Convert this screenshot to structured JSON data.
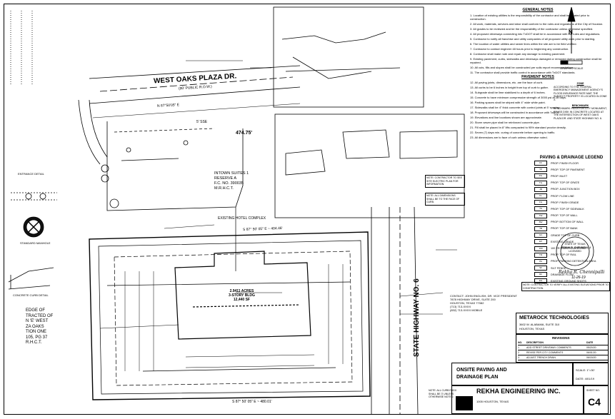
{
  "street": {
    "name": "WEST OAKS PLAZA DR.",
    "row": "(90' PUBLIC R.O.W.)"
  },
  "highway": {
    "name": "STATE HIGHWAY NO. 6"
  },
  "subdivision": {
    "line1": "INTOWN SUITES 1",
    "line2": "RESERVE A",
    "line3": "F.C. NO. 390035",
    "line4": "M.R.H.C.T."
  },
  "existing": {
    "hotel": "EXISTING HOTEL COMPLEX"
  },
  "site": {
    "acres_1": "2.9411 ACRES",
    "acres_2": "3-STORY BLDG",
    "acres_3": "12,440 SF"
  },
  "dimensions": {
    "d1": "474.75'",
    "d2": "S 87° 50' 05\" E ~ 404.46'",
    "d3": "S 87° 50' 05\" E ~ 480.01'",
    "d4": "N 87°50'05\" E",
    "d5": "5' SSE"
  },
  "left_note": {
    "l1": "EDGE OF",
    "l2": "TRACTED OF",
    "l3": "N 'E' WEST",
    "l4": "ZA OAKS",
    "l5": "TION ONE",
    "l6": "105, PG 37",
    "l7": "R.H.C.T."
  },
  "detail_labels": {
    "trench": "ENTRANCE DETAIL",
    "manhole": "STANDARD MANHOLE",
    "curb": "CONCRETE CURB DETAIL"
  },
  "notes_box": {
    "n1": "NOTE: CONTRACTOR TO SEE SITE ELECTRIC PLAN FOR INFORMATION.",
    "n2": "NOTE: ALL DIMENSIONS SHALL BE TO THE FACE OF CURB."
  },
  "general_notes": {
    "heading": "GENERAL NOTES",
    "items": [
      "1. Location of existing utilities is the responsibility of the contractor and shall be located prior to construction.",
      "2. All work, materials, services and labor shall conform to the rules and regulations of the City of Houston.",
      "3. All grades to be reviewed and be the responsibility of the contractor unless otherwise specified.",
      "4. All proposed driveways connecting into TxDOT shall be in accordance with the rules and regulations.",
      "5. Contractor to notify all franchise and utility companies of all proposed utility work prior to starting.",
      "6. The location of water utilities and sewer lines within the site are to be field verified.",
      "7. Contractor to contact engineer 48 hours prior to beginning any construction.",
      "8. Contractor shall make note and repair any damage to existing pavement.",
      "9. Existing pavement, curbs, sidewalks and driveways damaged or removed during construction shall be repaired.",
      "10. All cuts, fills and slopes shall be constructed per soils report recommendations.",
      "11. The contractor shall provide traffic control in accordance with TxDOT standards."
    ],
    "paving_heading": "PAVEMENT NOTES",
    "paving_items": [
      "12. All paving joints, dimensions, etc. are the face of curb.",
      "13. All curbs to be 6 inches in height from top of curb to gutter.",
      "14. Subgrade shall be lime stabilized to a depth of 6 inches.",
      "15. Concrete to have minimum compressive strength of 3000 psi at 28 days.",
      "16. Parking spaces shall be striped with 4\" wide white paint.",
      "17. Sidewalks shall be 4\" thick concrete with control joints at 5' spacing.",
      "18. Proposed driveways will be constructed in accordance with TxDOT.",
      "19. Elevations and line locations shown are approximate.",
      "20. Storm sewer pipe shall be reinforced concrete pipe.",
      "21. Fill shall be placed in 8\" lifts compacted to 95% standard proctor density.",
      "22. Seven (7) days min. curing of concrete before opening to traffic.",
      "23. All dimensions are to face of curb unless otherwise noted."
    ],
    "zone_heading": "ZONE",
    "zone_text": "ACCORDING TO THE FEDERAL EMERGENCY MANAGEMENT AGENCY'S FLOOD INSURANCE RATE MAP, THE SUBJECT PROPERTY IS LOCATED IN ZONE X.",
    "benchmark_heading": "BENCHMARK",
    "benchmark_text": "BENCHMARK: HOUSTON CITY MONUMENT, BRASS DISK IN CONCRETE LOCATED AT THE INTERSECTION OF WEST OAKS PLAZA DR. AND STATE HIGHWAY NO. 6."
  },
  "legend": {
    "title": "PAVING & DRAINAGE LEGEND",
    "rows": [
      {
        "sym": "FF",
        "label": "PROP. FINISH FLOOR"
      },
      {
        "sym": "TP",
        "label": "PROP. TOP OF PAVEMENT"
      },
      {
        "sym": "INL",
        "label": "PROP. INLET"
      },
      {
        "sym": "TG",
        "label": "PROP. TOP OF GRATE"
      },
      {
        "sym": "JB",
        "label": "PROP. JUNCTION BOX"
      },
      {
        "sym": "FL",
        "label": "PROP. FLOW LINE"
      },
      {
        "sym": "FG",
        "label": "PROP. FINISH GRADE"
      },
      {
        "sym": "TS",
        "label": "PROP. TOP OF SIDEWALK"
      },
      {
        "sym": "TW",
        "label": "PROP. TOP OF WALL"
      },
      {
        "sym": "BW",
        "label": "PROP. BOTTOM OF WALL"
      },
      {
        "sym": "TB",
        "label": "PROP. TOP OF BANK"
      },
      {
        "sym": "GC",
        "label": "GRADE TOP OF CURB"
      },
      {
        "sym": "EX",
        "label": "EXISTING GRADE"
      },
      {
        "sym": "100",
        "label": "100 YR EVENT OVERFLOW"
      },
      {
        "sym": "TR",
        "label": "PROP. TOP OF RAIL"
      },
      {
        "sym": "PA",
        "label": "PROP. PARKING DETENTION AREA"
      },
      {
        "sym": "SF",
        "label": "SILT FENCE"
      },
      {
        "sym": "DF",
        "label": "DRAINAGE FLOW"
      },
      {
        "sym": "EG",
        "label": "EXISTING GROUND SHOTS"
      }
    ]
  },
  "seal": {
    "line1": "STATE OF TEXAS",
    "line2": "REKHA R. CHENNIPALLI",
    "line3": "LICENSED",
    "sig": "Rekha R. Chennipalli",
    "date": "11-26-19"
  },
  "title_block": {
    "company": "METAROCK TECHNOLOGIES",
    "company_addr1": "3602 W. ALABAMA, SUITE 310",
    "company_addr2": "HOUSTON, TEXAS",
    "revisions_title": "REVISIONS",
    "rev_headers": [
      "NO.",
      "DESCRIPTION",
      "DATE"
    ],
    "revs": [
      [
        "1",
        "ADD STREET DRIVEWAY COMMENTS",
        "05/20/20"
      ],
      [
        "2",
        "REVISE PER CITY COMMENTS",
        "06/01/20"
      ],
      [
        "3",
        "ADJUST TRENCH DRAIN",
        "06/15/20"
      ]
    ],
    "sheet_title_1": "ONSITE PAVING AND",
    "sheet_title_2": "DRAINAGE PLAN",
    "scale": "SCALE: 1\"=30'",
    "date": "DATE: 4/01/19",
    "engineer": "REKHA ENGINEERING INC.",
    "eng_addr": "1005 HOUSTON, TEXAS",
    "sheet_no": "C4",
    "sheet_label": "SHEET NO."
  },
  "bottom_notes": {
    "n1": "NOTE: ALL CURB RADII SHALL BE 3' UNLESS OTHERWISE NOTED.",
    "n2": "NOTE: CONTRACTOR TO VERIFY ALL EXISTING ELEVATIONS PRIOR TO CONSTRUCTION."
  },
  "contact": {
    "c1": "CONTACT: JOHN ENGLISH, DR. VICE PRESIDENT",
    "c2": "7878 HIGHWAY DRIVE, SUITE 200",
    "c3": "HOUSTON, TEXAS 77082",
    "c4": "(713) 713-XXXX",
    "c5": "(832) 713-XXXX MOBILE"
  },
  "north": {
    "label": "N",
    "scale": "GRAPHIC SCALE"
  }
}
